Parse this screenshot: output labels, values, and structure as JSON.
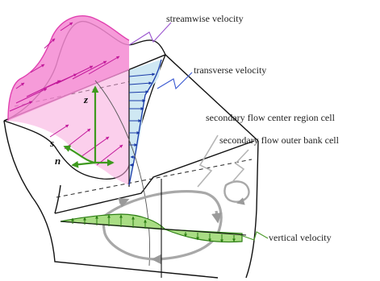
{
  "labels": {
    "streamwise": "streamwise velocity",
    "transverse": "transverse velocity",
    "secondary_center": "secondary flow center region cell",
    "secondary_outer": "secondary flow outer bank cell",
    "vertical": "vertical velocity"
  },
  "axes": {
    "z": "z",
    "s": "s",
    "n": "n"
  },
  "colors": {
    "streamwise_fill": "#f7a8dc",
    "streamwise_line": "#e040b0",
    "transverse_fill": "#cfe8f3",
    "transverse_arrow": "#1a3aa8",
    "vertical_fill": "#a9dd84",
    "vertical_arrow": "#2b7d12",
    "axis_green": "#3e9a1e",
    "cell_gray": "#a8a8a8",
    "leader_purple": "#9b55cf",
    "leader_blue": "#3a59d1",
    "leader_green": "#4c9a2a"
  }
}
